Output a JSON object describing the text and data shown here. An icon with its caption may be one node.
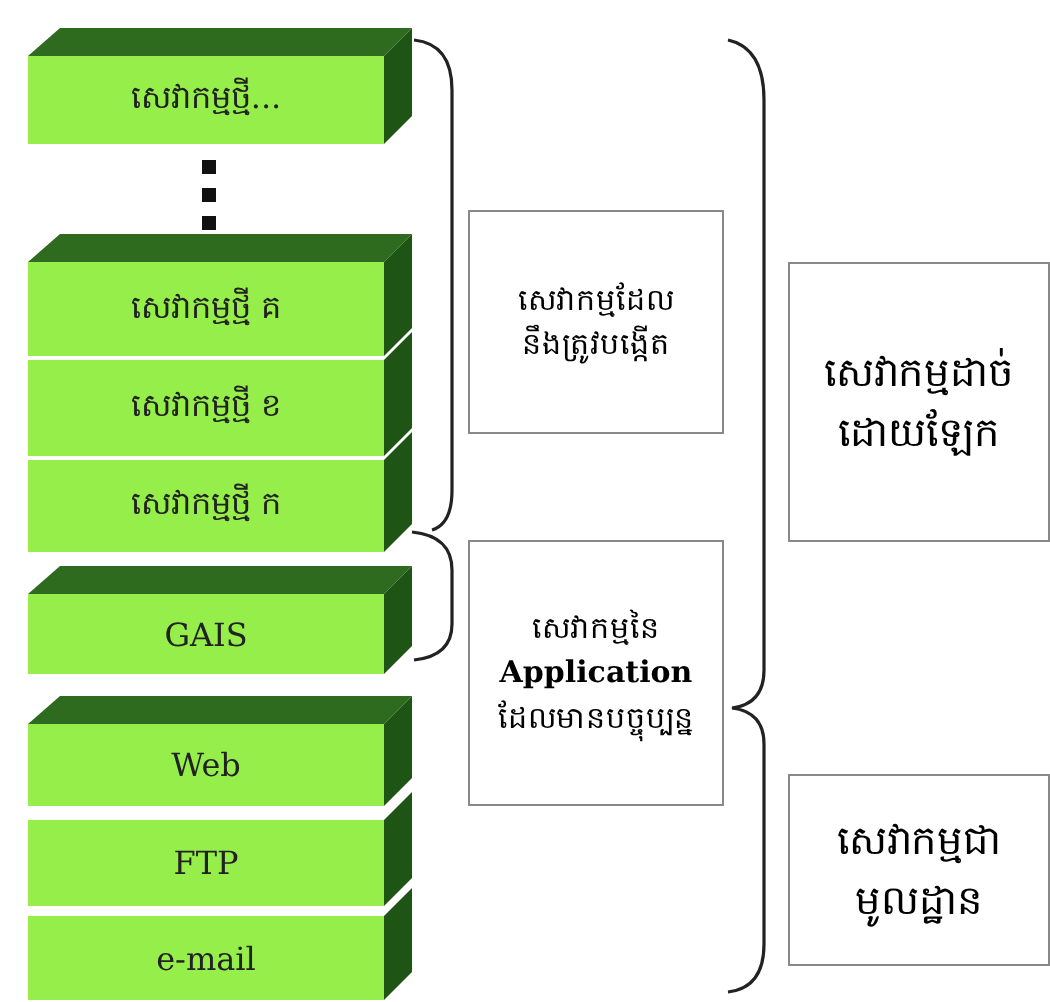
{
  "diagram": {
    "nodes": [
      {
        "text": [
          "សេវាកម្មថ្មី..."
        ]
      },
      {
        "text": [
          "សេវាកម្មថ្មី គ"
        ]
      },
      {
        "text": [
          "សេវាកម្មថ្មី ខ"
        ]
      },
      {
        "text": [
          "សេវាកម្មថ្មី ក"
        ]
      },
      {
        "text": [
          "GAIS"
        ]
      },
      {
        "text": [
          "Web"
        ]
      },
      {
        "text": [
          "FTP"
        ]
      },
      {
        "text": [
          "e-mail"
        ]
      },
      {
        "text": [
          "សេវាកម្មដែលនឹងត្រូវបង្កើត"
        ]
      },
      {
        "text": [
          "សេវាកម្មនៃ **Application** ដែលមានបច្ចុប្បន្ន"
        ]
      },
      {
        "text": [
          "សេវាកម្មដាច់ដោយឡែក"
        ]
      },
      {
        "text": [
          "សេវាកម្មជាមូលដ្ឋាន"
        ]
      }
    ]
  }
}
